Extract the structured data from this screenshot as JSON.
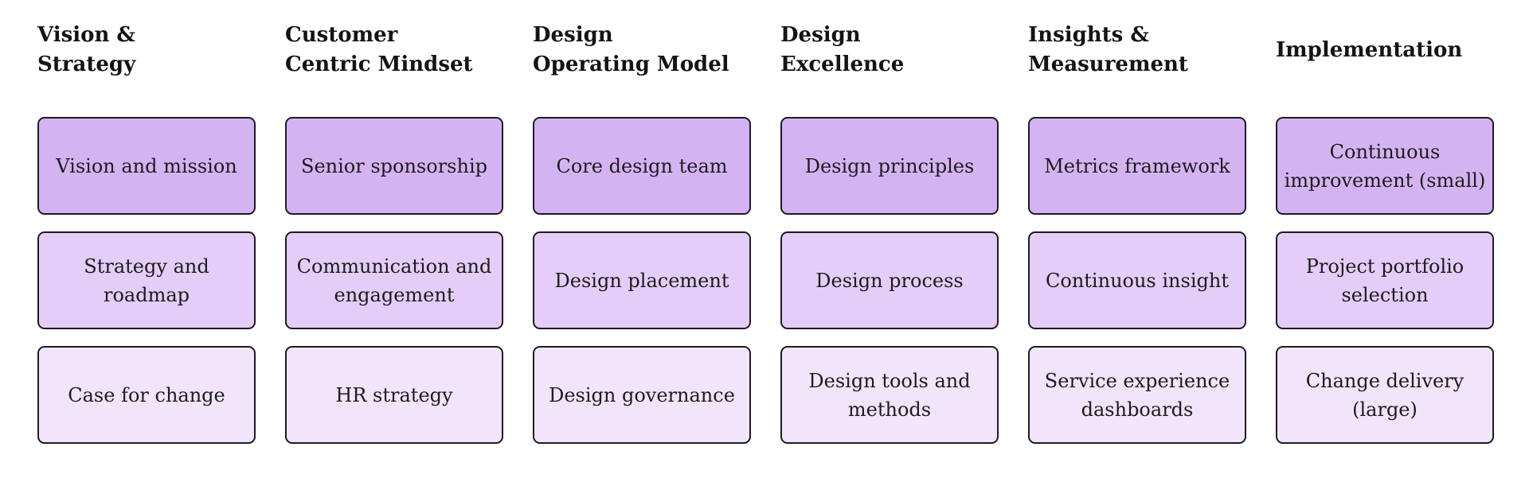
{
  "colors": {
    "tier_1": "#d4b3f3",
    "tier_2": "#e4cdf8",
    "tier_3": "#f1e4fb",
    "border": "#1f1a24"
  },
  "columns": [
    {
      "title": "Vision &\nStrategy",
      "cards": [
        "Vision and mission",
        "Strategy and\nroadmap",
        "Case for change"
      ]
    },
    {
      "title": "Customer\nCentric Mindset",
      "cards": [
        "Senior sponsorship",
        "Communication and\nengagement",
        "HR strategy"
      ]
    },
    {
      "title": "Design\nOperating Model",
      "cards": [
        "Core design team",
        "Design placement",
        "Design governance"
      ]
    },
    {
      "title": "Design\nExcellence",
      "cards": [
        "Design principles",
        "Design process",
        "Design tools and\nmethods"
      ]
    },
    {
      "title": "Insights &\nMeasurement",
      "cards": [
        "Metrics framework",
        "Continuous insight",
        "Service experience\ndashboards"
      ]
    },
    {
      "title": "Implementation",
      "cards": [
        "Continuous\nimprovement (small)",
        "Project portfolio\nselection",
        "Change delivery\n(large)"
      ]
    }
  ]
}
